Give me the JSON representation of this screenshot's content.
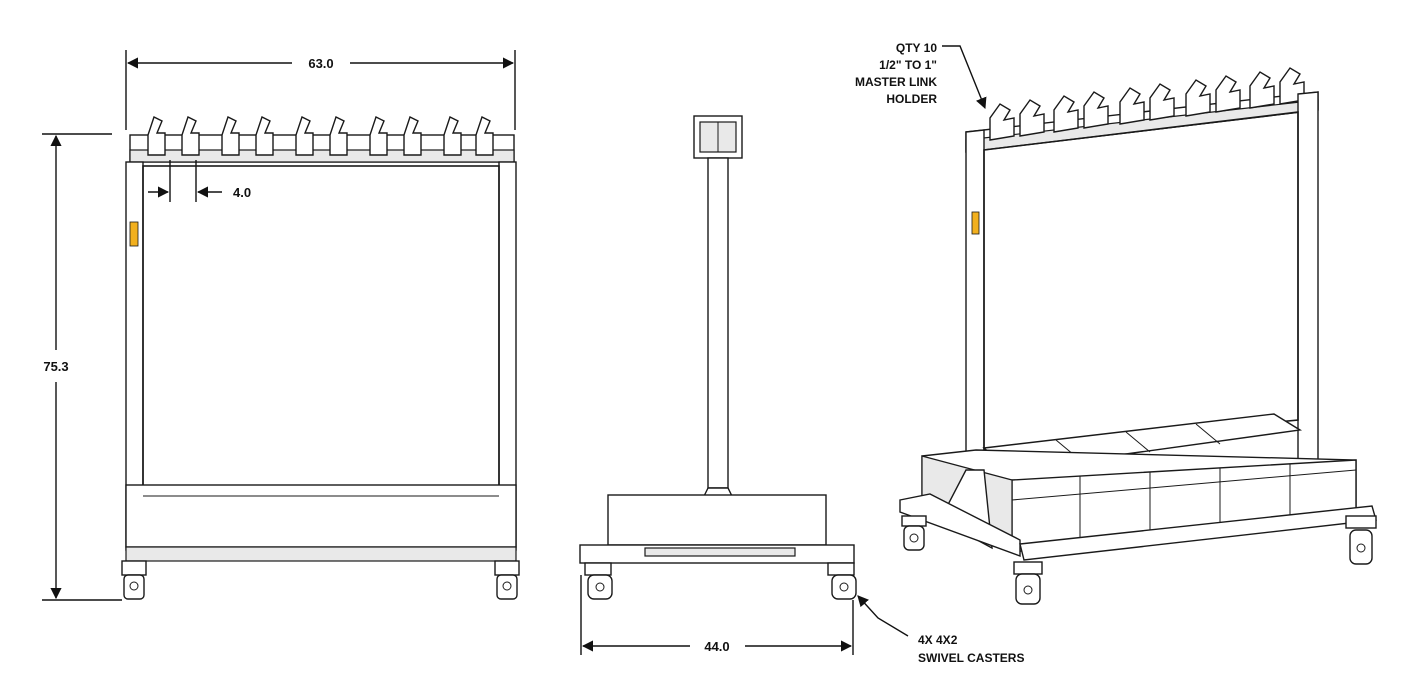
{
  "colors": {
    "line": "#1a1a1a",
    "accent_label": "#f2b01e",
    "background": "#ffffff"
  },
  "front_view": {
    "width_dim": "63.0",
    "height_dim": "75.3",
    "spacing_dim": "4.0"
  },
  "side_view": {
    "base_dim": "44.0",
    "caster_callout": [
      "4X 4X2",
      "SWIVEL CASTERS"
    ]
  },
  "iso_view": {
    "holder_callout": [
      "QTY 10",
      "1/2\" TO 1\"",
      "MASTER LINK",
      "HOLDER"
    ]
  }
}
